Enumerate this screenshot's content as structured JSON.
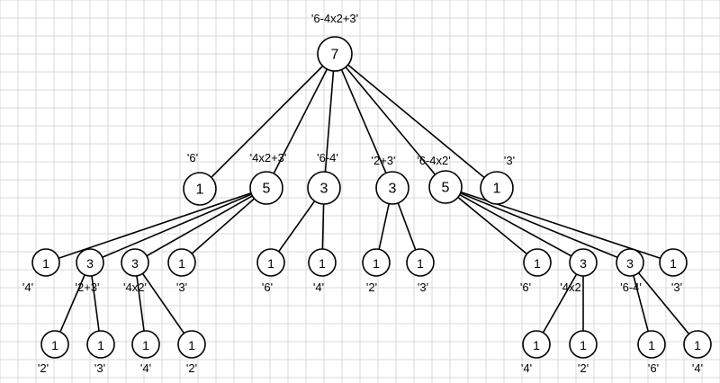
{
  "diagram": {
    "colors": {
      "background": "#ffffff",
      "grid": "#d9d9d9",
      "ink": "#000000"
    },
    "nodes": [
      {
        "id": "root",
        "value": "7",
        "label": "'6-4x2+3'"
      },
      {
        "id": "a1",
        "value": "1",
        "label": "'6'"
      },
      {
        "id": "a2",
        "value": "5",
        "label": "'4x2+3'"
      },
      {
        "id": "a3",
        "value": "3",
        "label": "'6-4'"
      },
      {
        "id": "a4",
        "value": "3",
        "label": "'2+3'"
      },
      {
        "id": "a5",
        "value": "5",
        "label": "'6-4x2'"
      },
      {
        "id": "a6",
        "value": "1",
        "label": "'3'"
      },
      {
        "id": "b1",
        "value": "1",
        "label": "'4'"
      },
      {
        "id": "b2",
        "value": "3",
        "label": "'2+3'"
      },
      {
        "id": "b3",
        "value": "3",
        "label": "'4x2'"
      },
      {
        "id": "b4",
        "value": "1",
        "label": "'3'"
      },
      {
        "id": "b5",
        "value": "1",
        "label": "'6'"
      },
      {
        "id": "b6",
        "value": "1",
        "label": "'4'"
      },
      {
        "id": "b7",
        "value": "1",
        "label": "'2'"
      },
      {
        "id": "b8",
        "value": "1",
        "label": "'3'"
      },
      {
        "id": "b9",
        "value": "1",
        "label": "'6'"
      },
      {
        "id": "b10",
        "value": "3",
        "label": "'4x2"
      },
      {
        "id": "b11",
        "value": "3",
        "label": "'6-4'"
      },
      {
        "id": "b12",
        "value": "1",
        "label": "'3'"
      },
      {
        "id": "c1",
        "value": "1",
        "label": "'2'"
      },
      {
        "id": "c2",
        "value": "1",
        "label": "'3'"
      },
      {
        "id": "c3",
        "value": "1",
        "label": "'4'"
      },
      {
        "id": "c4",
        "value": "1",
        "label": "'2'"
      },
      {
        "id": "c5",
        "value": "1",
        "label": "'4'"
      },
      {
        "id": "c6",
        "value": "1",
        "label": "'2'"
      },
      {
        "id": "c7",
        "value": "1",
        "label": "'6'"
      },
      {
        "id": "c8",
        "value": "1",
        "label": "'4'"
      }
    ],
    "edges": [
      [
        "root",
        "a1"
      ],
      [
        "root",
        "a2"
      ],
      [
        "root",
        "a3"
      ],
      [
        "root",
        "a4"
      ],
      [
        "root",
        "a5"
      ],
      [
        "root",
        "a6"
      ],
      [
        "a2",
        "b1"
      ],
      [
        "a2",
        "b2"
      ],
      [
        "a2",
        "b3"
      ],
      [
        "a2",
        "b4"
      ],
      [
        "a3",
        "b5"
      ],
      [
        "a3",
        "b6"
      ],
      [
        "a4",
        "b7"
      ],
      [
        "a4",
        "b8"
      ],
      [
        "a5",
        "b9"
      ],
      [
        "a5",
        "b10"
      ],
      [
        "a5",
        "b11"
      ],
      [
        "a5",
        "b12"
      ],
      [
        "b2",
        "c1"
      ],
      [
        "b2",
        "c2"
      ],
      [
        "b3",
        "c3"
      ],
      [
        "b3",
        "c4"
      ],
      [
        "b10",
        "c5"
      ],
      [
        "b10",
        "c6"
      ],
      [
        "b11",
        "c7"
      ],
      [
        "b11",
        "c8"
      ]
    ]
  }
}
